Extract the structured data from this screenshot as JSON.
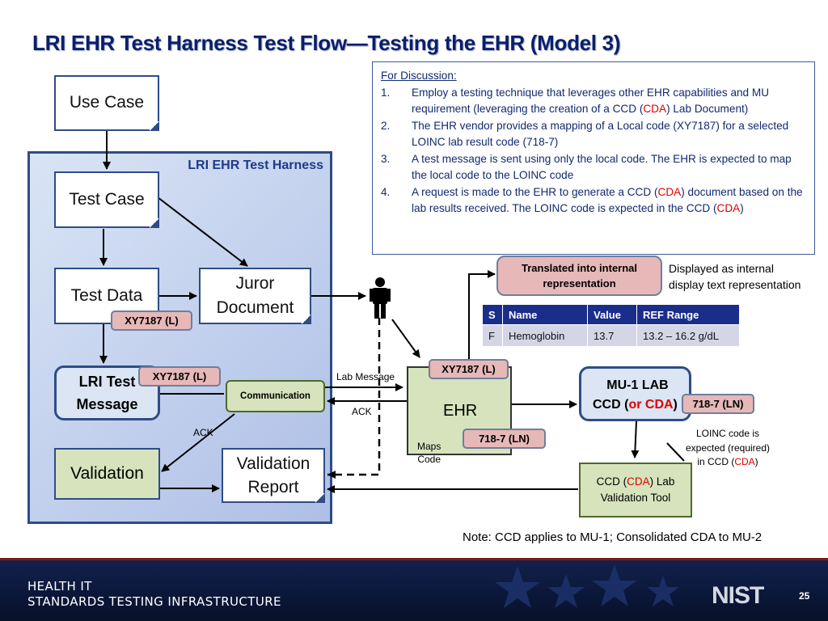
{
  "title": "LRI EHR Test Harness Test Flow—Testing the EHR (Model 3)",
  "harness_label": "LRI EHR Test Harness",
  "boxes": {
    "use_case": "Use Case",
    "test_case": "Test Case",
    "test_data": "Test Data",
    "juror_document": "Juror Document",
    "lri_test_message": "LRI Test Message",
    "communication": "Communication",
    "validation": "Validation",
    "validation_report": "Validation Report",
    "ehr": "EHR",
    "mu1_lab_ccd_prefix": "MU-1 LAB",
    "mu1_lab_ccd_line2": "CCD (",
    "mu1_lab_ccd_red": "or CDA",
    "mu1_lab_ccd_close": ")",
    "ccd_validation_tool_line1_pre": "CCD  (",
    "ccd_validation_tool_red": "CDA",
    "ccd_validation_tool_line1_post": ") Lab",
    "ccd_validation_tool_line2": "Validation Tool",
    "translated": "Translated into internal representation"
  },
  "tags": {
    "test_data_code": "XY7187 (L)",
    "lri_message_code": "XY7187 (L)",
    "ehr_local_code": "XY7187 (L)",
    "ehr_loinc_code": "718-7 (LN)",
    "mu1_loinc_code": "718-7 (LN)"
  },
  "labels": {
    "lab_message": "Lab  Message",
    "ack_right": "ACK",
    "ack_left": "ACK",
    "maps_code": "Maps\nCode",
    "displayed_as": "Displayed as internal\ndisplay text representation",
    "loinc_expected_pre": "LOINC code is\nexpected (required)\nin CCD (",
    "loinc_expected_red": "CDA",
    "loinc_expected_post": ")",
    "note": "Note: CCD applies to MU-1; Consolidated CDA to MU-2"
  },
  "discussion": {
    "heading": "For Discussion:",
    "items": [
      {
        "num": "1.",
        "pre": "Employ a testing technique that leverages other EHR capabilities and MU requirement (leveraging the creation of a CCD  (",
        "red": "CDA",
        "post": ") Lab Document)"
      },
      {
        "num": "2.",
        "pre": "The EHR vendor provides a mapping of a Local code (XY7187) for a selected LOINC lab result code (718-7)",
        "red": "",
        "post": ""
      },
      {
        "num": "3.",
        "pre": "A test message is sent using only the local code. The EHR is expected to map the local code to the LOINC code",
        "red": "",
        "post": ""
      },
      {
        "num": "4.",
        "pre": "A request is made to the EHR to generate a CCD  (",
        "red": "CDA",
        "post": ") document based on the lab results received. The LOINC code is expected in the CCD (",
        "red2": "CDA",
        "post2": ")"
      }
    ]
  },
  "table": {
    "headers": [
      "S",
      "Name",
      "Value",
      "REF Range"
    ],
    "rows": [
      [
        "F",
        "Hemoglobin",
        "13.7",
        "13.2 – 16.2 g/dL"
      ]
    ]
  },
  "footer": {
    "line1": "HEALTH IT",
    "line2": "STANDARDS TESTING INFRASTRUCTURE",
    "logo": "NIST",
    "page_number": "25"
  },
  "colors": {
    "title": "#0a1f6b",
    "harness_fill": "#c5d3ee",
    "tag_pink": "#e6b8b8",
    "green_box": "#d6e3bc",
    "blue_box": "#dbe5f3",
    "highlight_red": "#e00000",
    "table_header": "#1b2d8a"
  },
  "icons": [
    "person-icon"
  ]
}
